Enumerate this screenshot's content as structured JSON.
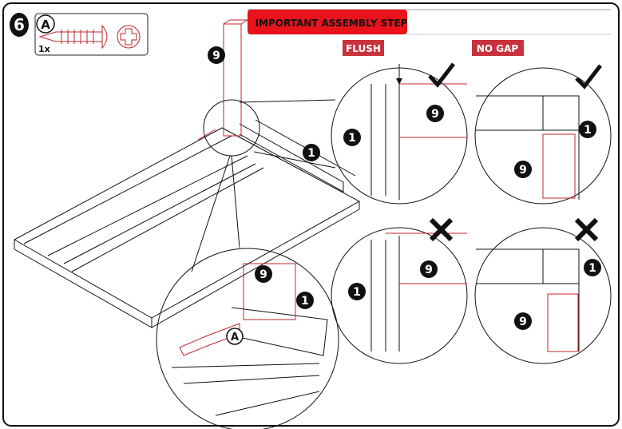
{
  "step": {
    "number": "6"
  },
  "hardware": {
    "part_letter": "A",
    "quantity": "1x",
    "icon": "screw-icon"
  },
  "banner": {
    "title": "IMPORTANT ASSEMBLY STEP"
  },
  "labels": {
    "flush": "FLUSH",
    "no_gap": "NO GAP"
  },
  "parts": {
    "board": "9",
    "rail": "1",
    "screw": "A"
  },
  "colors": {
    "accent": "#e8131b",
    "label_bg": "#c8323c",
    "line": "#111111"
  },
  "status_icons": {
    "correct": "check-icon",
    "wrong": "cross-icon"
  }
}
